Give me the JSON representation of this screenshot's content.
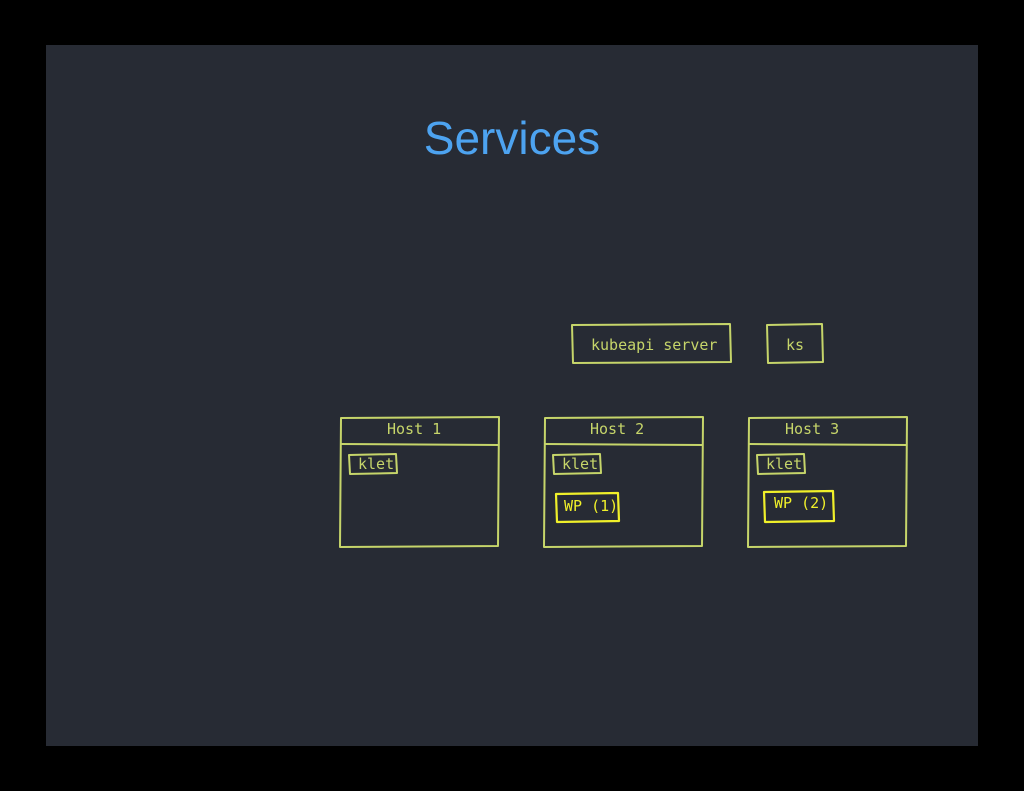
{
  "slide": {
    "title": "Services"
  },
  "diagram": {
    "control_plane": {
      "api_server_label": "kubeapi server",
      "ks_label": "ks"
    },
    "hosts": [
      {
        "label": "Host 1",
        "kubelet": "klet",
        "pod": ""
      },
      {
        "label": "Host 2",
        "kubelet": "klet",
        "pod": "WP (1)"
      },
      {
        "label": "Host 3",
        "kubelet": "klet",
        "pod": "WP (2)"
      }
    ]
  },
  "colors": {
    "background": "#272b34",
    "frame": "#000000",
    "title": "#4da3f0",
    "sketch": "#c6d56a",
    "highlight": "#f0f02a"
  }
}
